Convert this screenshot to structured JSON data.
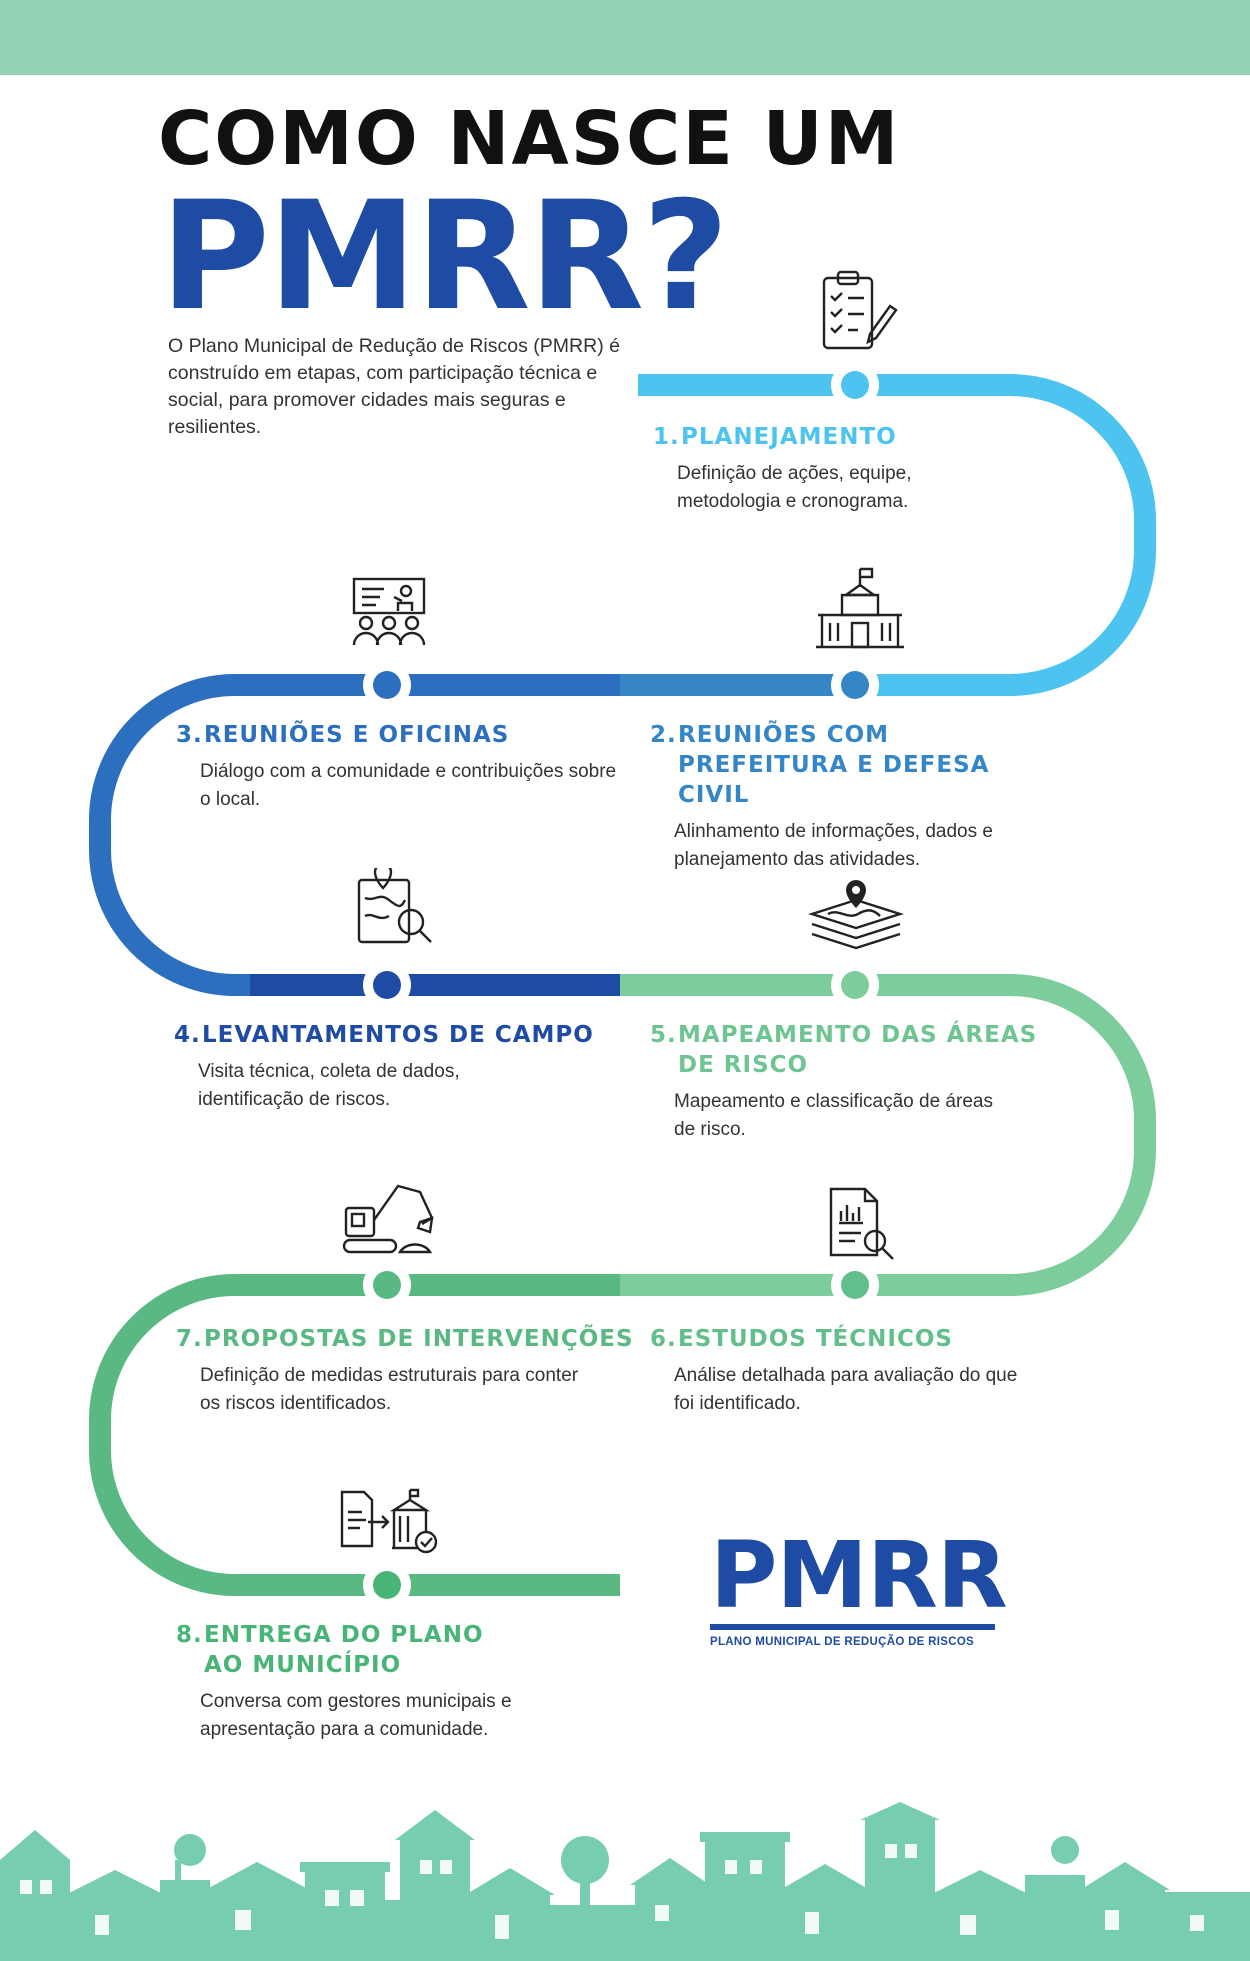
{
  "title": {
    "line1": "COMO NASCE UM",
    "line2": "PMRR?"
  },
  "intro": "O Plano Municipal de Redução de Riscos (PMRR) é construído em etapas, com participação técnica e social, para promover cidades mais seguras e resilientes.",
  "colors": {
    "cyan": "#4cc4ef",
    "blue": "#2f7cc7",
    "navy": "#1e4ba3",
    "green_light": "#7ccc9c",
    "green": "#4cbd7c",
    "topbar": "#94d2b4"
  },
  "steps": [
    {
      "num": "1.",
      "title": "PLANEJAMENTO",
      "desc": "Definição de ações, equipe, metodologia e cronograma.",
      "icon": "clipboard-checklist-icon",
      "color": "#4cc4ef"
    },
    {
      "num": "2.",
      "title": "REUNIÕES COM PREFEITURA E DEFESA CIVIL",
      "desc": "Alinhamento de informações, dados e planejamento das atividades.",
      "icon": "city-hall-icon",
      "color": "#3586c6"
    },
    {
      "num": "3.",
      "title": "REUNIÕES E OFICINAS",
      "desc": "Diálogo com a comunidade e contribuições sobre o local.",
      "icon": "presentation-audience-icon",
      "color": "#2c6fbf"
    },
    {
      "num": "4.",
      "title": "LEVANTAMENTOS DE CAMPO",
      "desc": "Visita técnica, coleta de dados, identificação de riscos.",
      "icon": "map-search-icon",
      "color": "#1e4ba3"
    },
    {
      "num": "5.",
      "title": "MAPEAMENTO DAS ÁREAS DE RISCO",
      "desc": "Mapeamento e classificação de áreas de risco.",
      "icon": "map-layers-pin-icon",
      "color": "#6fc592"
    },
    {
      "num": "6.",
      "title": "ESTUDOS TÉCNICOS",
      "desc": "Análise detalhada para avaliação do que foi identificado.",
      "icon": "report-analysis-icon",
      "color": "#62be8a"
    },
    {
      "num": "7.",
      "title": "PROPOSTAS DE INTERVENÇÕES",
      "desc": "Definição de medidas estruturais para conter os riscos identificados.",
      "icon": "excavator-icon",
      "color": "#5ab883"
    },
    {
      "num": "8.",
      "title": "ENTREGA DO PLANO AO MUNICÍPIO",
      "desc": "Conversa com gestores municipais e apresentação para a comunidade.",
      "icon": "document-delivery-icon",
      "color": "#48b577"
    }
  ],
  "logo": {
    "name": "PMRR",
    "subtitle": "PLANO MUNICIPAL DE REDUÇÃO DE RISCOS"
  }
}
